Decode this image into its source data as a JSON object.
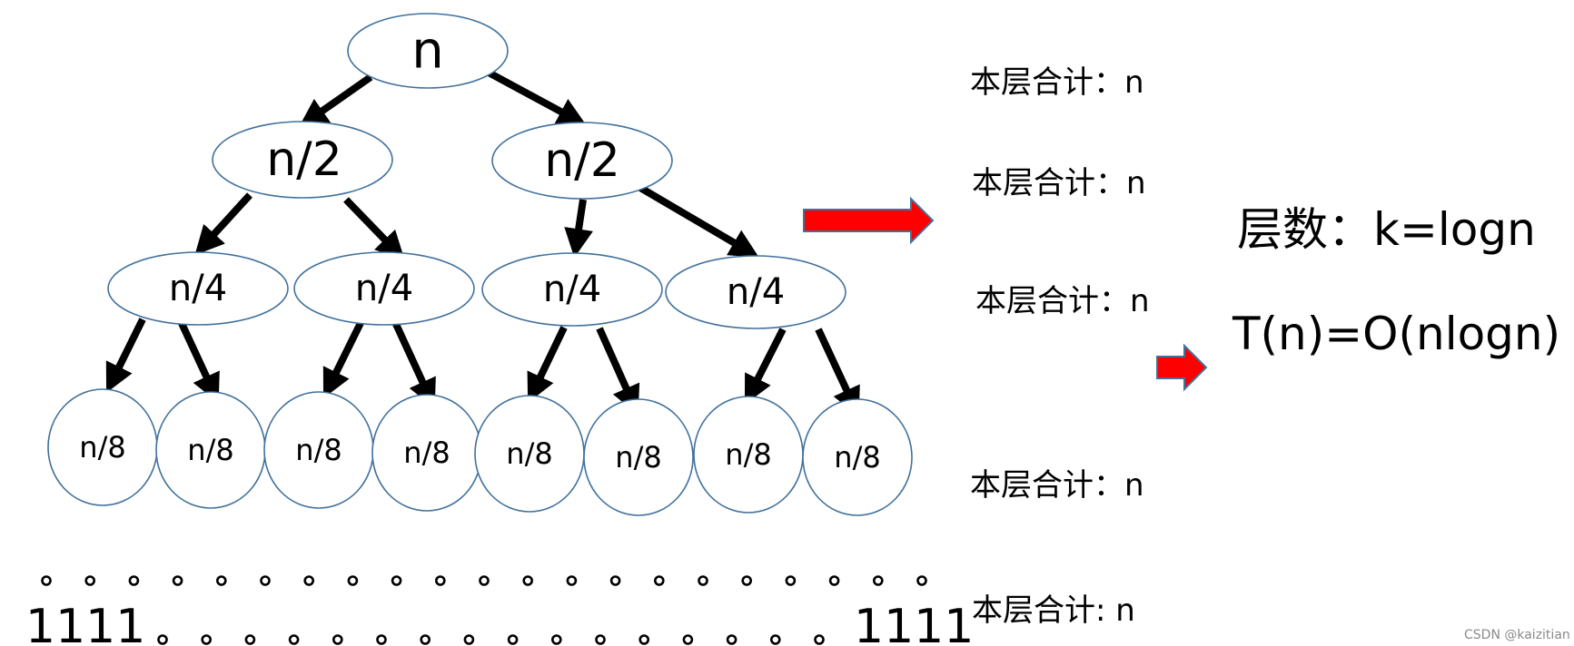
{
  "tree": {
    "root": {
      "label": "n"
    },
    "level1": [
      {
        "label": "n/2"
      },
      {
        "label": "n/2"
      }
    ],
    "level2": [
      {
        "label": "n/4"
      },
      {
        "label": "n/4"
      },
      {
        "label": "n/4"
      },
      {
        "label": "n/4"
      }
    ],
    "level3": [
      {
        "label": "n/8"
      },
      {
        "label": "n/8"
      },
      {
        "label": "n/8"
      },
      {
        "label": "n/8"
      },
      {
        "label": "n/8"
      },
      {
        "label": "n/8"
      },
      {
        "label": "n/8"
      },
      {
        "label": "n/8"
      }
    ],
    "leaves": {
      "left": "1111",
      "right": "1111"
    }
  },
  "level_sums": [
    "本层合计：n",
    "本层合计：n",
    "本层合计：n",
    "本层合计：n",
    "本层合计: n"
  ],
  "summary": {
    "levels": "层数：k=logn",
    "complexity": "T(n)=O(nlogn)"
  },
  "colors": {
    "node_stroke": "#41719c",
    "arrow_fill": "#ff0000",
    "arrow_stroke": "#41719c",
    "edge": "#000000"
  },
  "icons": {
    "arrow": "right-arrow-icon",
    "dot": "ellipsis-dot"
  },
  "watermark": "CSDN @kaizitian"
}
